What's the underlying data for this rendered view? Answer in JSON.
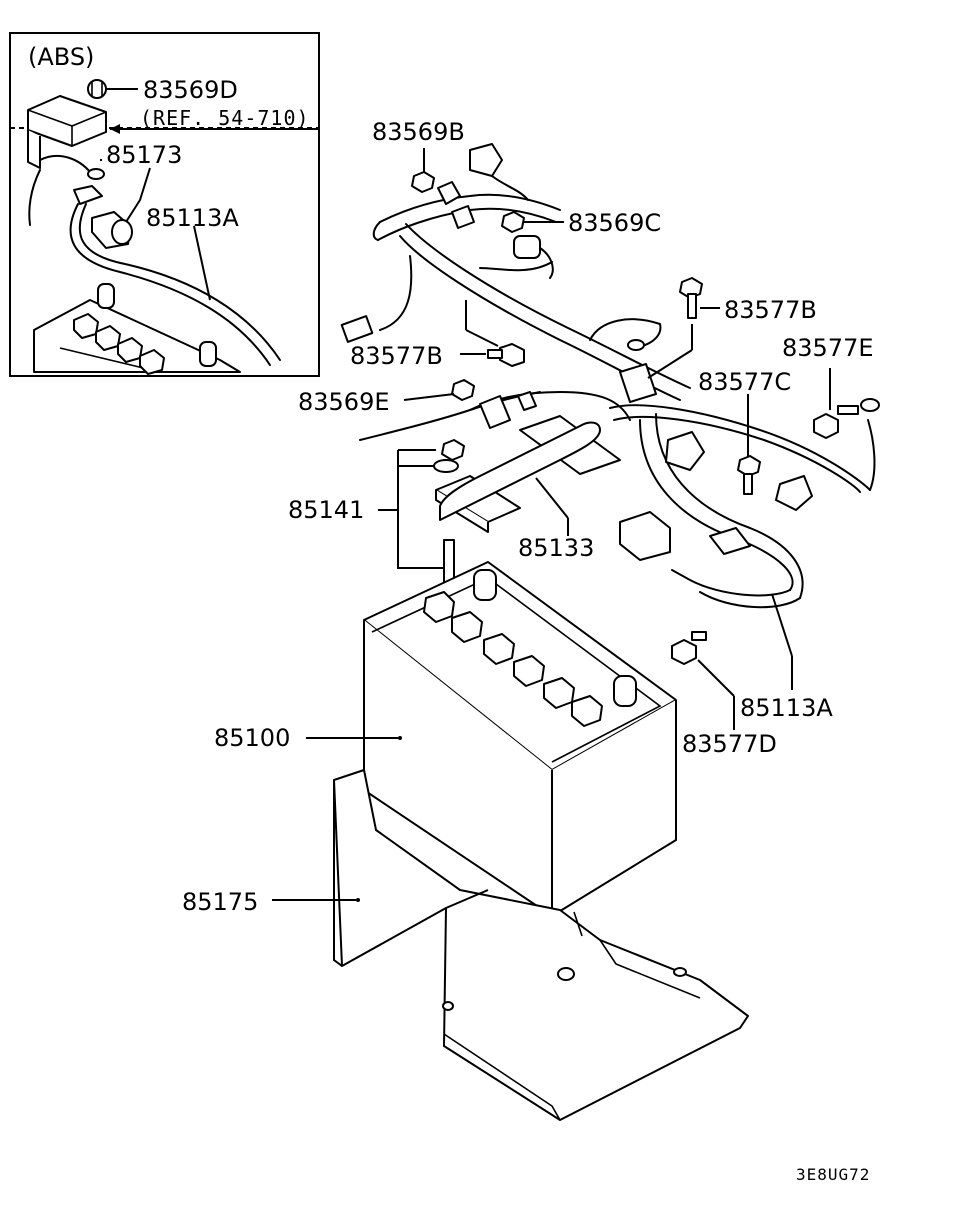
{
  "inset": {
    "title": "(ABS)",
    "labels": {
      "p83569D": "83569D",
      "ref": "(REF. 54-710)",
      "p85173": "85173",
      "p85113A": "85113A"
    }
  },
  "labels": {
    "p83569B": "83569B",
    "p83569C": "83569C",
    "p83577B_top": "83577B",
    "p83577E": "83577E",
    "p83577B_left": "83577B",
    "p83577C": "83577C",
    "p83569E": "83569E",
    "p85141": "85141",
    "p85133": "85133",
    "p85113A": "85113A",
    "p83577D": "83577D",
    "p85100": "85100",
    "p85175": "85175"
  },
  "footer": {
    "code": "3E8UG72"
  }
}
